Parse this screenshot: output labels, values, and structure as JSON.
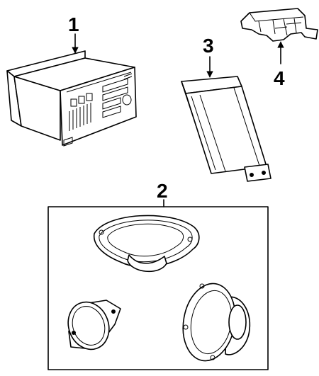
{
  "callouts": {
    "radio": "1",
    "speakers": "2",
    "amplifier": "3",
    "bracket": "4"
  }
}
